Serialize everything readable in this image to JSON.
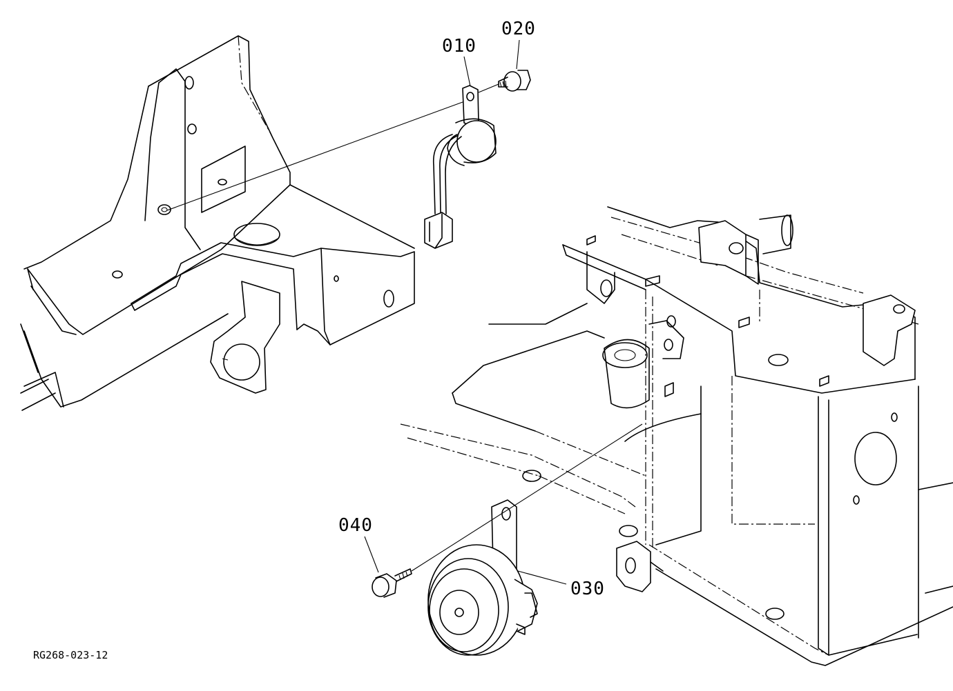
{
  "diagram": {
    "callouts": {
      "p010": "010",
      "p020": "020",
      "p030": "030",
      "p040": "040"
    },
    "reference_code": "RG268-023-12"
  }
}
